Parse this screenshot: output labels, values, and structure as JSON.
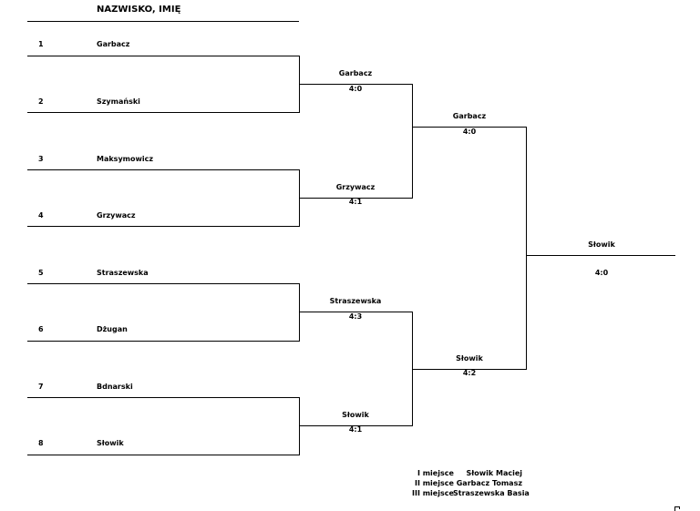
{
  "header": "NAZWISKO, IMIĘ",
  "round1": [
    {
      "seed": "1",
      "name": "Garbacz"
    },
    {
      "seed": "2",
      "name": "Szymański"
    },
    {
      "seed": "3",
      "name": "Maksymowicz"
    },
    {
      "seed": "4",
      "name": "Grzywacz"
    },
    {
      "seed": "5",
      "name": "Straszewska"
    },
    {
      "seed": "6",
      "name": "Dżugan"
    },
    {
      "seed": "7",
      "name": "Bdnarski"
    },
    {
      "seed": "8",
      "name": "Słowik"
    }
  ],
  "round2": [
    {
      "winner": "Garbacz",
      "score": "4:0"
    },
    {
      "winner": "Grzywacz",
      "score": "4:1"
    },
    {
      "winner": "Straszewska",
      "score": "4:3"
    },
    {
      "winner": "Słowik",
      "score": "4:1"
    }
  ],
  "round3": [
    {
      "winner": "Garbacz",
      "score": "4:0"
    },
    {
      "winner": "Słowik",
      "score": "4:2"
    }
  ],
  "final": {
    "winner": "Słowik",
    "score": "4:0"
  },
  "standings": [
    {
      "place": "I miejsce",
      "name": "Słowik Maciej"
    },
    {
      "place": "II miejsce",
      "name": "Garbacz Tomasz"
    },
    {
      "place": "III miejsce",
      "name": "Straszewska Basia"
    }
  ],
  "line_color": "#000000"
}
